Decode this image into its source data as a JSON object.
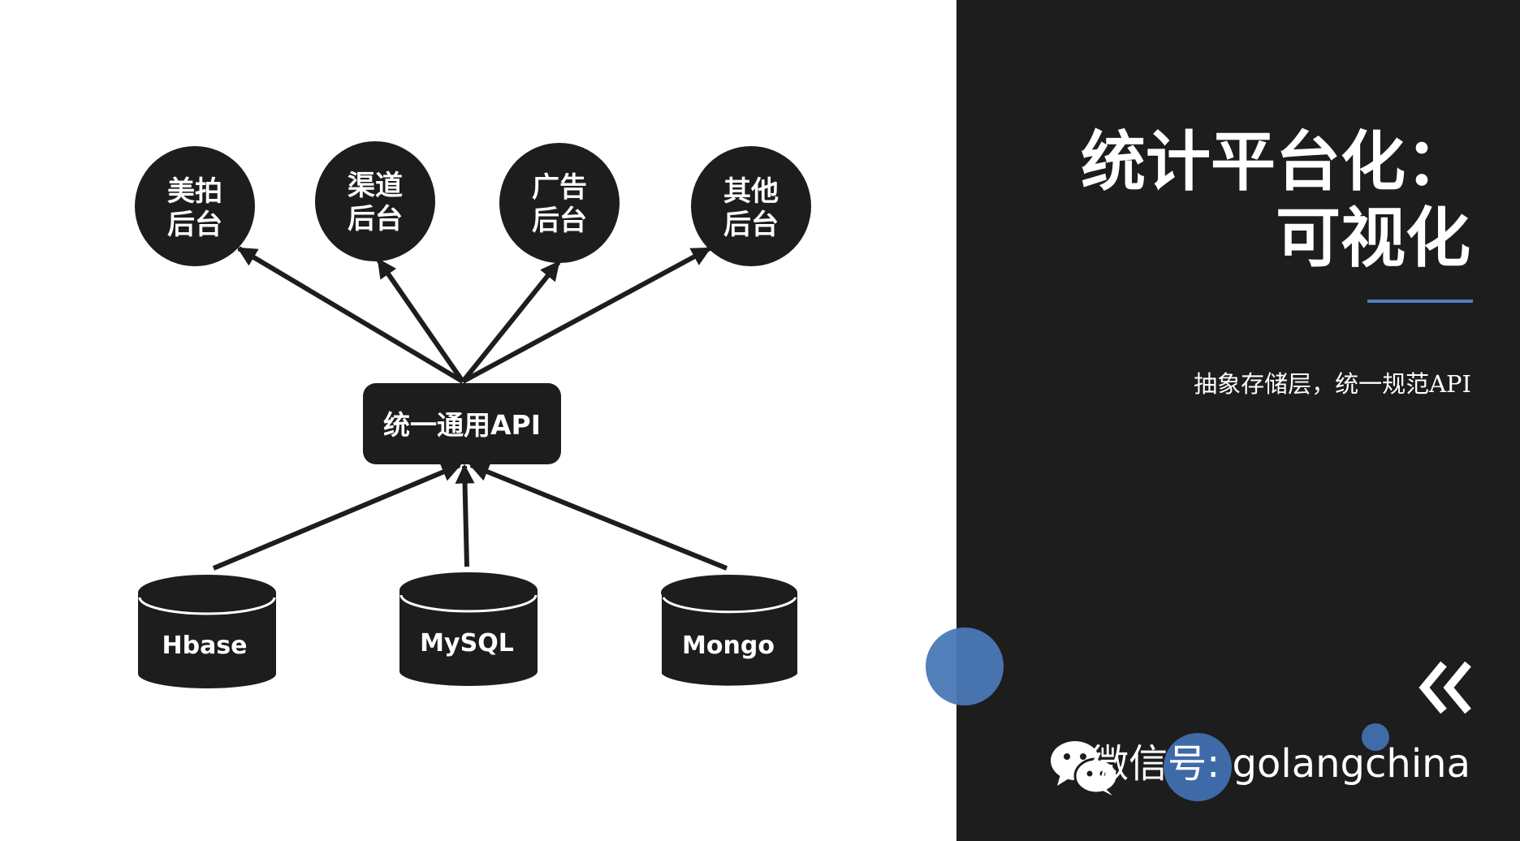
{
  "diagram": {
    "targets": [
      {
        "line1": "美拍",
        "line2": "后台"
      },
      {
        "line1": "渠道",
        "line2": "后台"
      },
      {
        "line1": "广告",
        "line2": "后台"
      },
      {
        "line1": "其他",
        "line2": "后台"
      }
    ],
    "hub_label": "统一通用API",
    "sources": [
      "Hbase",
      "MySQL",
      "Mongo"
    ]
  },
  "panel": {
    "title_line1": "统计平台化：",
    "title_line2": "可视化",
    "subtitle": "抽象存储层，统一规范API",
    "wechat_label": "微信号: golangchina"
  },
  "colors": {
    "panel_background": "#1d1d1d",
    "node_fill": "#1d1d1d",
    "accent_blue": "#4f7fc0"
  },
  "icons": {
    "chevron": "chevron-double-left-icon",
    "wechat": "wechat-icon"
  }
}
